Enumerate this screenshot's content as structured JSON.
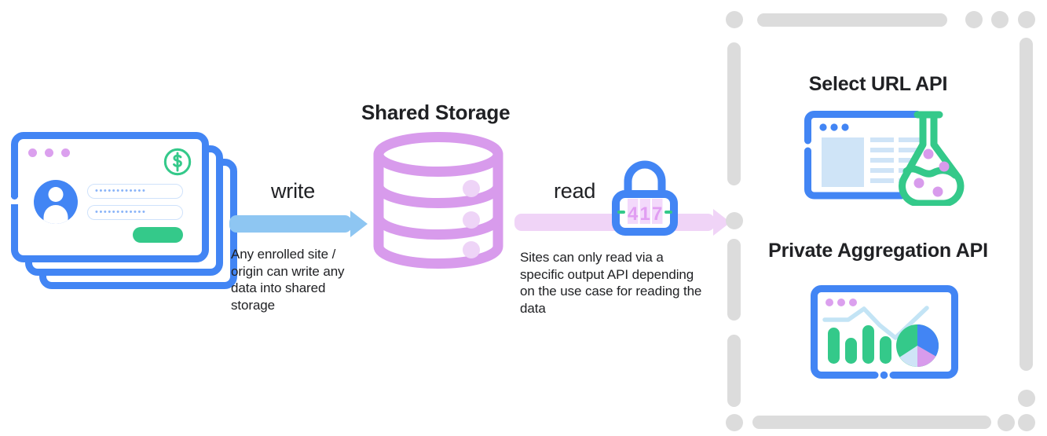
{
  "diagram": {
    "title_center": "Shared Storage",
    "write": {
      "label": "write",
      "caption": "Any enrolled site / origin can write any data into shared storage",
      "color": "#8ec6f2"
    },
    "read": {
      "label": "read",
      "caption": "Sites can only read via a specific output API depending on the use case for reading the data",
      "color": "#f0d4f7"
    },
    "lock": {
      "digits": "417",
      "digit_color": "#e19ef2",
      "dash_color": "#34c98a",
      "body_color": "#4285f4"
    },
    "storage": {
      "color": "#d89bec",
      "ring_count": 3
    },
    "source_windows": {
      "count": 3,
      "dots": [
        "dot-1",
        "dot-2",
        "dot-3"
      ],
      "field_1": "••••••••••••",
      "field_2": "••••••••••••",
      "badge": "dollar-coin",
      "accent": "#4285f4",
      "button_color": "#34c98a"
    },
    "output_panel": {
      "border_color": "#dcdcdc",
      "apis": [
        {
          "title": "Select URL API",
          "icon": "browser-with-flask-icon"
        },
        {
          "title": "Private Aggregation API",
          "icon": "browser-with-charts-icon"
        }
      ]
    }
  }
}
